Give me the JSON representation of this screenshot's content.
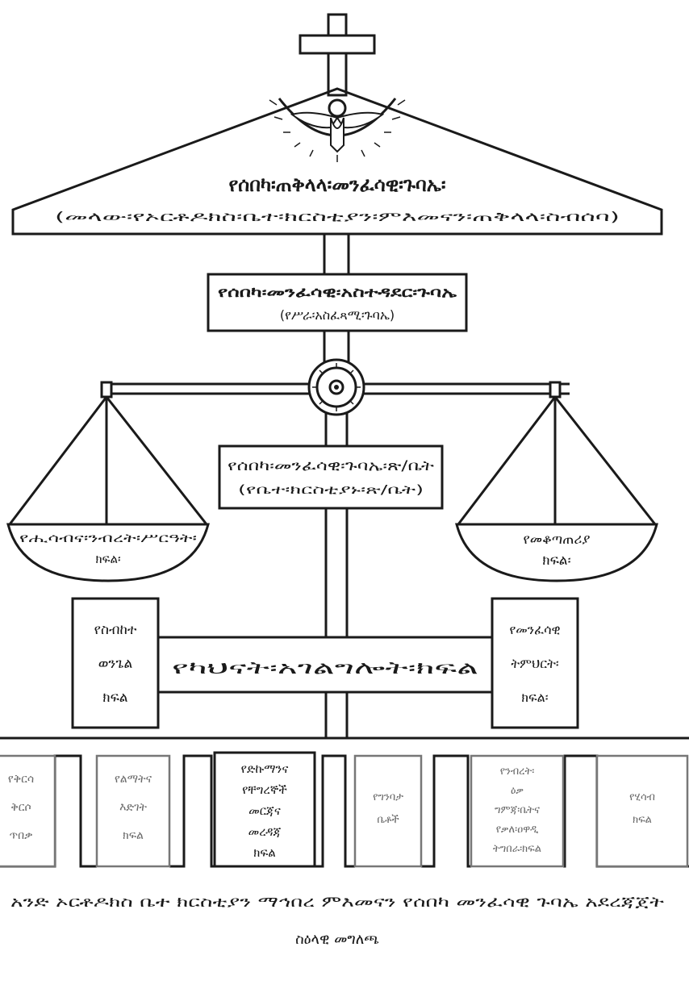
{
  "roof": {
    "title": "የሰበካ፡ጠቅላላ፡መንፈሳዊ፡ጉባኤ፡",
    "subtitle": "(መላው፡የኦርቶዶክስ፡ቤተ፡ክርስቲያን፡ምእመናን፡ጠቅላላ፡ስብሰባ)"
  },
  "council_box": {
    "line1": "የሰበካ፡መንፈሳዊ፡አስተዳደር፡ጉባኤ",
    "line2": "(የሥራ፡አስፈጻሚ፡ጉባኤ)"
  },
  "center_box": {
    "line1": "የሰበካ፡መንፈሳዊ፡ጉባኤ፡ጽ/ቤት",
    "line2": "(የቤተ፡ክርስቲያኑ፡ጽ/ቤት)"
  },
  "left_pan": {
    "line1": "የሒሳብና፡ንብረት፡ሥርዓት፡",
    "line2": "ክፍል፡"
  },
  "right_pan": {
    "line1": "የመቆጣጠሪያ",
    "line2": "ክፍል፡"
  },
  "left_box": {
    "line1": "የስብከተ",
    "line2": "ወንጌል",
    "line3": "ክፍል"
  },
  "right_box": {
    "line1": "የመንፈሳዊ",
    "line2": "ትምህርት፡",
    "line3": "ክፍል፡"
  },
  "crossbar": {
    "label": "የካህናት፡አገልግሎት፡ክፍል"
  },
  "bottom_boxes": [
    {
      "lines": [
        "የቅርሳ",
        "ቅርሶ",
        "ጥበቃ"
      ]
    },
    {
      "lines": [
        "የልማትና",
        "እድገት",
        "ክፍል"
      ]
    },
    {
      "lines": [
        "የድኩማንና",
        "የቸግረኞች",
        "መርጃና",
        "መረዳጃ",
        "ክፍል"
      ]
    },
    {
      "lines": [
        "የግንባታ",
        "ቤቶች"
      ]
    },
    {
      "lines": [
        "የንብረት፡",
        "ዕቃ",
        "ግምጃ፡ቤትና",
        "የቃለ፡ዐዋዲ",
        "ትግበራ፡ክፍል"
      ]
    },
    {
      "lines": [
        "የሂሳብ",
        "ክፍል"
      ]
    }
  ],
  "footer": {
    "line1": "አንድ ኦርቶዶክስ ቤተ ክርስቲያን ማኅበረ ምእመናን የሰበካ መንፈሳዊ ጉባኤ አደረጃጀት",
    "line2": "ስዕላዊ መግለጫ"
  }
}
